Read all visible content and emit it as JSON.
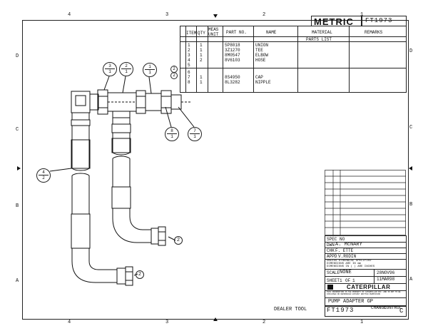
{
  "zones": {
    "top": [
      "4",
      "3",
      "2",
      "1"
    ],
    "bottom": [
      "4",
      "3",
      "2",
      "1"
    ],
    "left": [
      "D",
      "C",
      "B",
      "A"
    ],
    "right": [
      "D",
      "C",
      "B",
      "A"
    ]
  },
  "title_block_top": {
    "metric_label": "METRIC",
    "drawing_number": "FT1973"
  },
  "parts_table": {
    "headers": {
      "item": "ITEM",
      "qty": "QTY",
      "meas_unit": "MEAS UNIT",
      "part_no": "PART NO.",
      "name": "NAME",
      "material": "MATERIAL",
      "remarks": "REMARKS"
    },
    "section_title": "PARTS LIST",
    "items_block1": "1\n2\n3\n4\n5",
    "qty_block1": "1\n1\n1\n2",
    "partno_block1": "5P8018\n3Z1270\n8M0547\n8V6103",
    "names_block1": "UNION\nTEE\nELBOW\nHOSE",
    "items_block2": "6\n7\n8",
    "qty_block2": "1\n1",
    "partno_block2": "8S4950\n8L3282",
    "names_block2": "CAP\nNIPPLE",
    "circled_marker": "2"
  },
  "balloons": [
    {
      "top": "3",
      "bottom": "1"
    },
    {
      "top": "2",
      "bottom": "1"
    },
    {
      "top": "1",
      "bottom": "1"
    },
    {
      "top": "8",
      "bottom": "1"
    },
    {
      "top": "7",
      "bottom": "1"
    },
    {
      "top": "4",
      "bottom": "2"
    }
  ],
  "callouts": {
    "right_hose_end": "2",
    "left_hose_end": "2"
  },
  "title_block": {
    "spec_no": "SPEC NO",
    "dwn_label": "DWN",
    "dwn_value": "A. McNARY",
    "chk_label": "CHK",
    "chk_value": "F. ETTE",
    "appd_label": "APPD",
    "appd_value": "V.RODIN",
    "tolerance_note1": "UNLESS OTHERWISE SPECIFIED",
    "tolerance_note2": "DIMENSIONS ARE IN mm",
    "tolerance_note3": "DIMENSIONS IN ( ) ARE INCHES",
    "scale_label": "SCALE",
    "scale_value": "NONE",
    "date1": "28NOV96",
    "date2": "11MAR98",
    "sheet_label": "SHEET",
    "sheet_value": "1",
    "of_label": "OF",
    "of_value": "1",
    "company": "CATERPILLAR",
    "title": "PUMP ADAPTER GP",
    "confidential": "THIS INFORMATION IS THE PROPERTY OF CATERPILLAR INC. AND IS NOT TO BE DISCLOSED OR REPRODUCED WITHOUT WRITTEN PERMISSION",
    "dealer_tool": "DEALER TOOL",
    "drawing_number_bottom": "FT1973",
    "change_label": "CHANGE",
    "control_label": "CONTROL",
    "size_letter": "C"
  }
}
